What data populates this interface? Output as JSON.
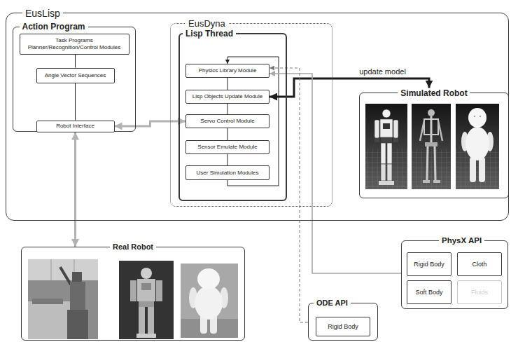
{
  "diagram": {
    "nodes": [
      {
        "text": [
          "EusLisp"
        ]
      },
      {
        "text": [
          "Action Program"
        ],
        "in": 0
      },
      {
        "text": [
          "Task Programs",
          "Planner/Recognition/Control Modules"
        ],
        "in": 1
      },
      {
        "text": [
          "Angle Vector Sequences"
        ],
        "in": 1
      },
      {
        "text": [
          "Robot Interface"
        ],
        "in": 1
      },
      {
        "text": [
          "EusDyna"
        ],
        "in": 0
      },
      {
        "text": [
          "Lisp Thread"
        ],
        "in": 5
      },
      {
        "text": [
          "Physics Library Module"
        ],
        "in": 6
      },
      {
        "text": [
          "Lisp Objects Update Module"
        ],
        "in": 6
      },
      {
        "text": [
          "Servo Control Module"
        ],
        "in": 6
      },
      {
        "text": [
          "Sensor Emulate Module"
        ],
        "in": 6
      },
      {
        "text": [
          "User Simulation Modules"
        ],
        "in": 6
      },
      {
        "text": [
          "Simulated Robot"
        ],
        "in": 0
      },
      {
        "text": [
          "Real Robot"
        ]
      },
      {
        "text": [
          "PhysX API"
        ]
      },
      {
        "text": [
          "Rigid Body"
        ],
        "in": 14
      },
      {
        "text": [
          "Cloth"
        ],
        "in": 14
      },
      {
        "text": [
          "Soft Body"
        ],
        "in": 14
      },
      {
        "text": [
          "Fluids"
        ],
        "in": 14
      },
      {
        "text": [
          "ODE API"
        ]
      },
      {
        "text": [
          "Rigid Body"
        ],
        "in": 19
      }
    ],
    "edges": [
      {
        "from": 2,
        "to": 3,
        "arrow": "none"
      },
      {
        "from": 3,
        "to": 4,
        "arrow": "none"
      },
      {
        "from": 7,
        "to": 8,
        "arrow": "none"
      },
      {
        "from": 8,
        "to": 9,
        "arrow": "none"
      },
      {
        "from": 9,
        "to": 10,
        "arrow": "none"
      },
      {
        "from": 10,
        "to": 11,
        "arrow": "none"
      },
      {
        "from": 11,
        "to": 7,
        "arrow": "to"
      },
      {
        "from": 8,
        "to": 12,
        "label": "update model",
        "arrow": "both"
      },
      {
        "from": 4,
        "to": 9,
        "arrow": "both"
      },
      {
        "from": 4,
        "to": 13,
        "arrow": "both"
      },
      {
        "from": 14,
        "to": 7,
        "arrow": "to"
      },
      {
        "from": 19,
        "to": 7,
        "arrow": "to"
      }
    ]
  }
}
